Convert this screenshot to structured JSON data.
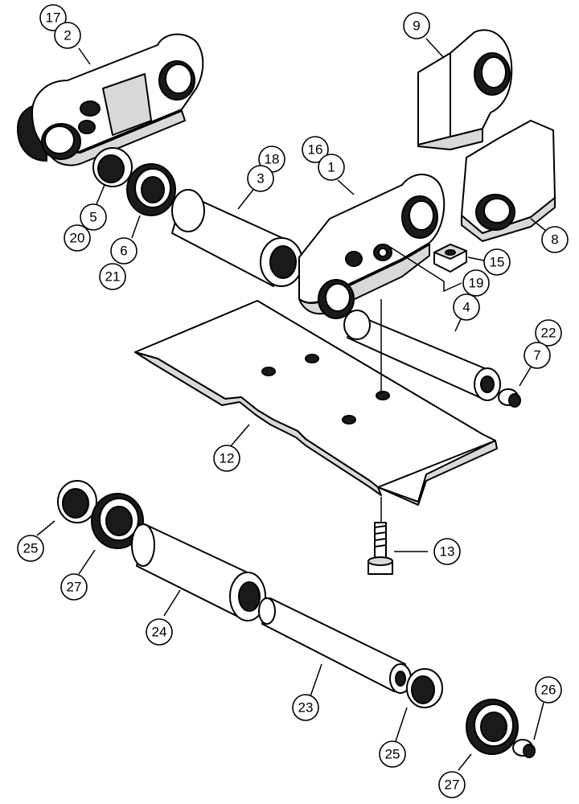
{
  "callouts": {
    "c17": "17",
    "c2": "2",
    "c9": "9",
    "c18": "18",
    "c3": "3",
    "c16": "16",
    "c1": "1",
    "c5": "5",
    "c20": "20",
    "c6": "6",
    "c21": "21",
    "c8": "8",
    "c15": "15",
    "c19": "19",
    "c4": "4",
    "c22": "22",
    "c7": "7",
    "c12": "12",
    "c13": "13",
    "c25a": "25",
    "c27a": "27",
    "c24": "24",
    "c23": "23",
    "c25b": "25",
    "c26": "26",
    "c27b": "27"
  }
}
